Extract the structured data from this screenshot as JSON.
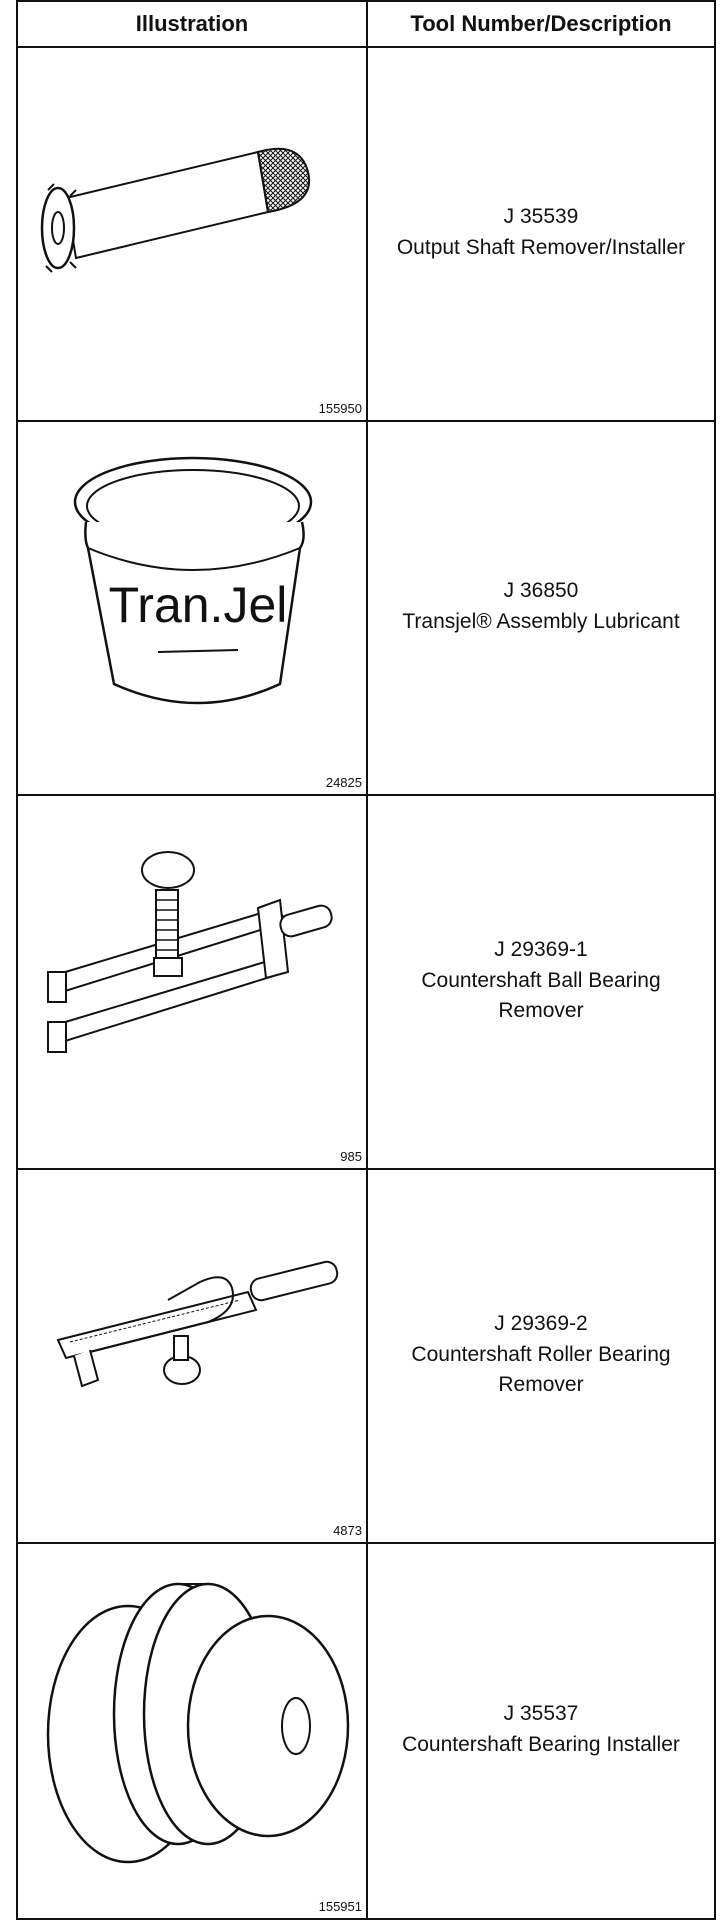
{
  "header": {
    "illustration": "Illustration",
    "tool": "Tool Number/Description"
  },
  "rows": [
    {
      "number": "J 35539",
      "description": "Output Shaft Remover/Installer",
      "figure": "155950",
      "icon": "shaft-tool-icon"
    },
    {
      "number": "J 36850",
      "description": "Transjel® Assembly Lubricant",
      "figure": "24825",
      "icon": "lubricant-tub-icon",
      "label": "Tran.Jel"
    },
    {
      "number": "J 29369-1",
      "description": "Countershaft Ball Bearing Remover",
      "figure": "985",
      "icon": "bearing-remover-icon"
    },
    {
      "number": "J 29369-2",
      "description": "Countershaft Roller Bearing Remover",
      "figure": "4873",
      "icon": "roller-remover-icon"
    },
    {
      "number": "J 35537",
      "description": "Countershaft Bearing Installer",
      "figure": "155951",
      "icon": "bearing-installer-icon"
    }
  ]
}
